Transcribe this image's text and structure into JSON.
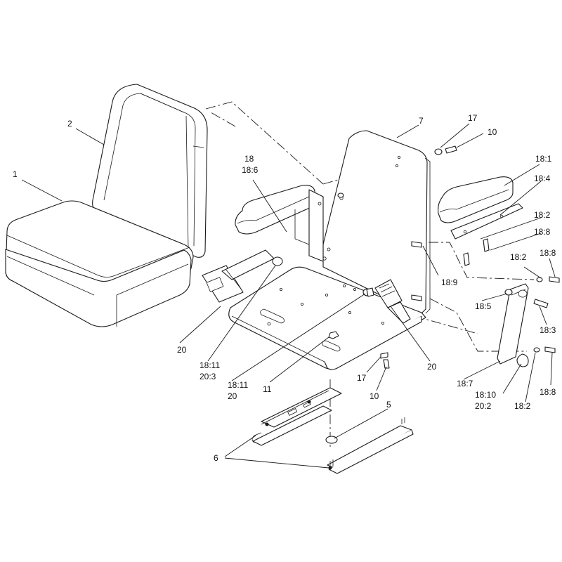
{
  "diagram": {
    "callouts": {
      "c1": "1",
      "c2": "2",
      "c7": "7",
      "c17a": "17",
      "c10a": "10",
      "c18": "18",
      "c18_6": "18:6",
      "c18_1": "18:1",
      "c18_4": "18:4",
      "c18_2a": "18:2",
      "c18_8a": "18:8",
      "c18_2b": "18:2",
      "c18_8b": "18:8",
      "c18_9": "18:9",
      "c18_5": "18:5",
      "c18_3": "18:3",
      "c20a": "20",
      "c18_11a": "18:11",
      "c20_3": "20:3",
      "c18_11b": "18:11",
      "c20b": "20",
      "c11": "11",
      "c20c": "20",
      "c17b": "17",
      "c10b": "10",
      "c18_7": "18:7",
      "c18_10": "18:10",
      "c20_2": "20:2",
      "c18_2c": "18:2",
      "c18_8c": "18:8",
      "c5": "5",
      "c6": "6"
    }
  }
}
